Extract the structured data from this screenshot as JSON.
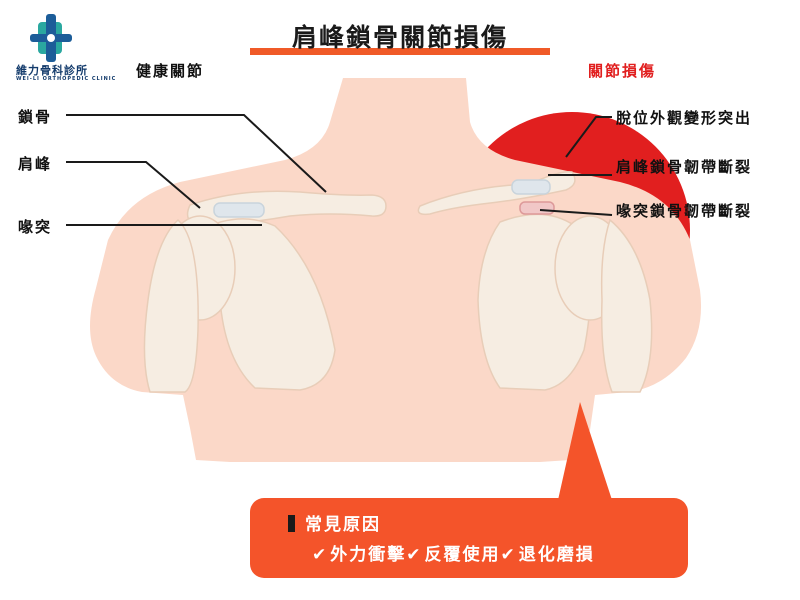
{
  "title": "肩峰鎖骨關節損傷",
  "logo": {
    "name": "維力骨科診所",
    "subtitle": "WEI-LI ORTHOPEDIC CLINIC"
  },
  "healthy_label": "健康關節",
  "injured_label": "關節損傷",
  "left_labels": {
    "clavicle": "鎖骨",
    "acromion": "肩峰",
    "coracoid": "喙突"
  },
  "right_labels": {
    "dislocation": "脫位外觀變形突出",
    "ac_ligament": "肩峰鎖骨韌帶斷裂",
    "cc_ligament": "喙突鎖骨韌帶斷裂"
  },
  "causes": {
    "heading": "常見原因",
    "items": [
      "外力衝擊",
      "反覆使用",
      "退化磨損"
    ],
    "check_symbol": "✔"
  },
  "colors": {
    "accent": "#f05a28",
    "injury_red": "#e11f1f",
    "skin": "#fbd8c8",
    "bone": "#f6ede2",
    "navy": "#123a6b"
  }
}
